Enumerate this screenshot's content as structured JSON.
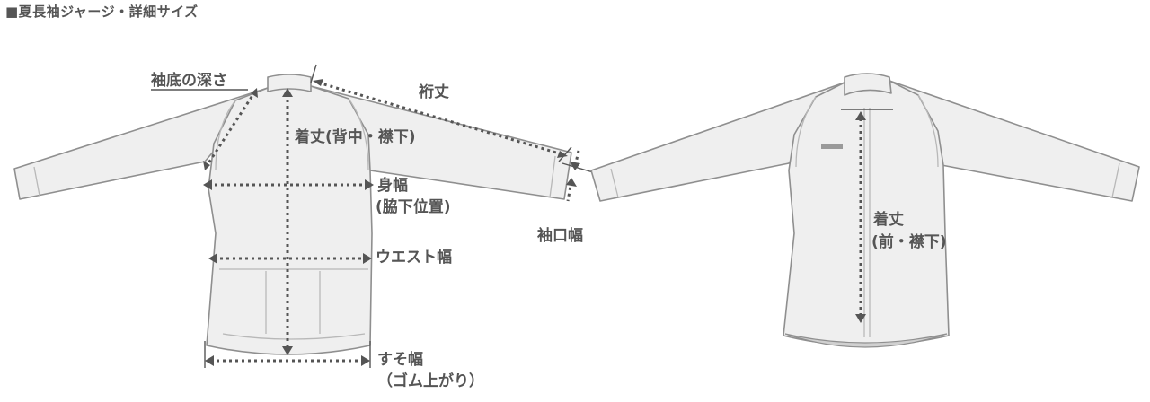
{
  "title": "■夏長袖ジャージ・詳細サイズ",
  "back_view": {
    "labels": {
      "sleeve_depth": "袖底の深さ",
      "sleeve_length": "裄丈",
      "length_back_1": "着丈(背中・襟下)",
      "chest_width_1": "身幅",
      "chest_width_2": "(脇下位置)",
      "waist_width": "ウエスト幅",
      "cuff_width": "袖口幅",
      "hem_width_1": "すそ幅",
      "hem_width_2": "（ゴム上がり）"
    }
  },
  "front_view": {
    "labels": {
      "length_front_1": "着丈",
      "length_front_2": "(前・襟下)"
    }
  },
  "colors": {
    "garment_fill": "#efefef",
    "garment_stroke": "#8f8f8f",
    "dimension_line": "#555555"
  }
}
